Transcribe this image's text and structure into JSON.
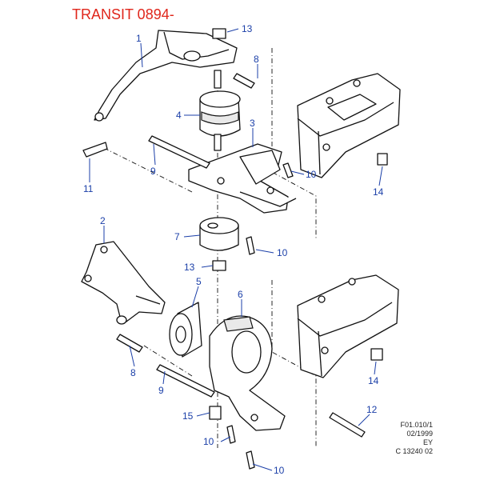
{
  "title": "TRANSIT 0894-",
  "reference": {
    "line1": "F01.010/1",
    "line2": "02/1999",
    "line3": "EY",
    "line4": "C 13240 02"
  },
  "callouts": {
    "c1": "1",
    "c2": "2",
    "c3": "3",
    "c4": "4",
    "c5": "5",
    "c6": "6",
    "c7": "7",
    "c8a": "8",
    "c8b": "8",
    "c9a": "9",
    "c9b": "9",
    "c10a": "10",
    "c10b": "10",
    "c10c": "10",
    "c10d": "10",
    "c11": "11",
    "c12": "12",
    "c13a": "13",
    "c13b": "13",
    "c14a": "14",
    "c14b": "14",
    "c15": "15"
  },
  "colors": {
    "title": "#e0261b",
    "callout": "#1b3fa8",
    "line": "#111111"
  }
}
